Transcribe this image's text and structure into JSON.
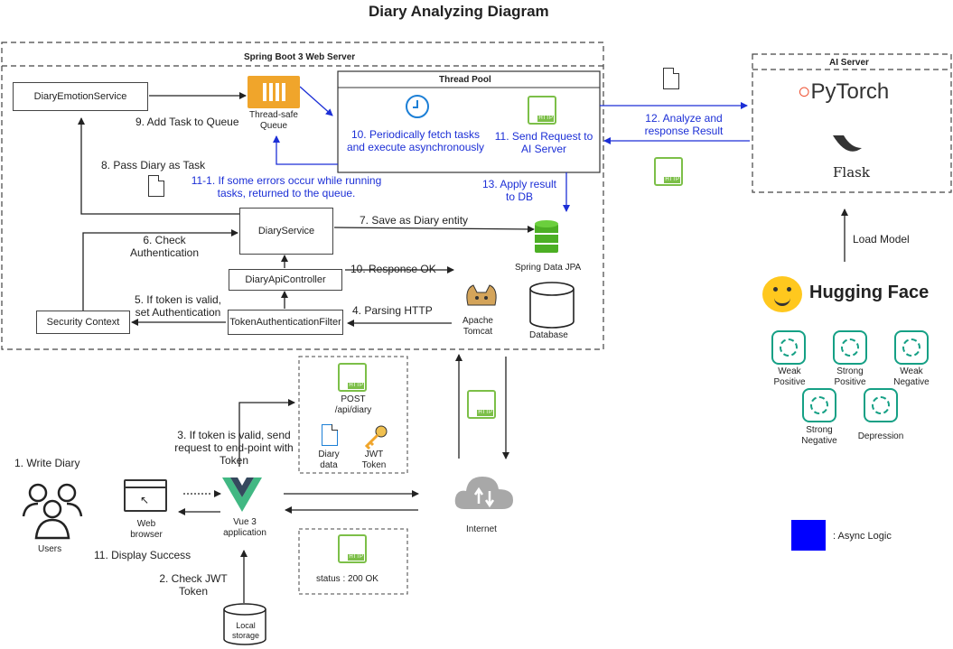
{
  "title": "Diary Analyzing Diagram",
  "web_server_label": "Spring Boot 3 Web Server",
  "ai_server_label": "AI Server",
  "thread_pool_label": "Thread Pool",
  "components": {
    "diary_emotion_service": "DiaryEmotionService",
    "thread_safe_queue": "Thread-safe Queue",
    "diary_service": "DiaryService",
    "diary_api_controller": "DiaryApiController",
    "token_filter": "TokenAuthenticationFilter",
    "security_context": "Security Context",
    "spring_data_jpa": "Spring Data JPA",
    "apache_tomcat": "Apache Tomcat",
    "database": "Database",
    "pytorch": "PyTorch",
    "flask": "Flask",
    "hugging_face": "Hugging Face",
    "users": "Users",
    "web_browser": "Web browser",
    "vue_app": "Vue 3 application",
    "internet": "Internet",
    "local_storage": "Local storage"
  },
  "steps": {
    "s1": "1. Write Diary",
    "s2": "2. Check JWT Token",
    "s3": "3. If token is valid, send request to end-point with Token",
    "s4": "4. Parsing HTTP",
    "s5": "5. If token is valid, set Authentication",
    "s6": "6. Check Authentication",
    "s7": "7. Save as Diary entity",
    "s8": "8. Pass Diary as Task",
    "s9": "9. Add Task to Queue",
    "s10": "10. Periodically fetch tasks and execute asynchronously",
    "s10b": "10. Response OK",
    "s11": "11. Send Request to AI Server",
    "s11_1": "11-1. If some errors occur while running tasks, returned to the queue.",
    "s11b": "11. Display Success",
    "s12": "12. Analyze and response Result",
    "s13": "13. Apply result to DB",
    "load_model": "Load Model"
  },
  "request": {
    "method_path": "POST /api/diary",
    "diary_data": "Diary data",
    "jwt_token": "JWT Token"
  },
  "response": {
    "status": "status : 200 OK"
  },
  "http_badge": "HTTP",
  "models": [
    "Weak Positive",
    "Strong Positive",
    "Weak Negative",
    "Strong Negative",
    "Depression"
  ],
  "legend": {
    "label": ": Async Logic",
    "color": "#0000ff"
  },
  "colors": {
    "async_arrow": "#1c2fd6",
    "http_green": "#7cbf48",
    "jpa_green": "#4caf24",
    "model_teal": "#15a085"
  }
}
